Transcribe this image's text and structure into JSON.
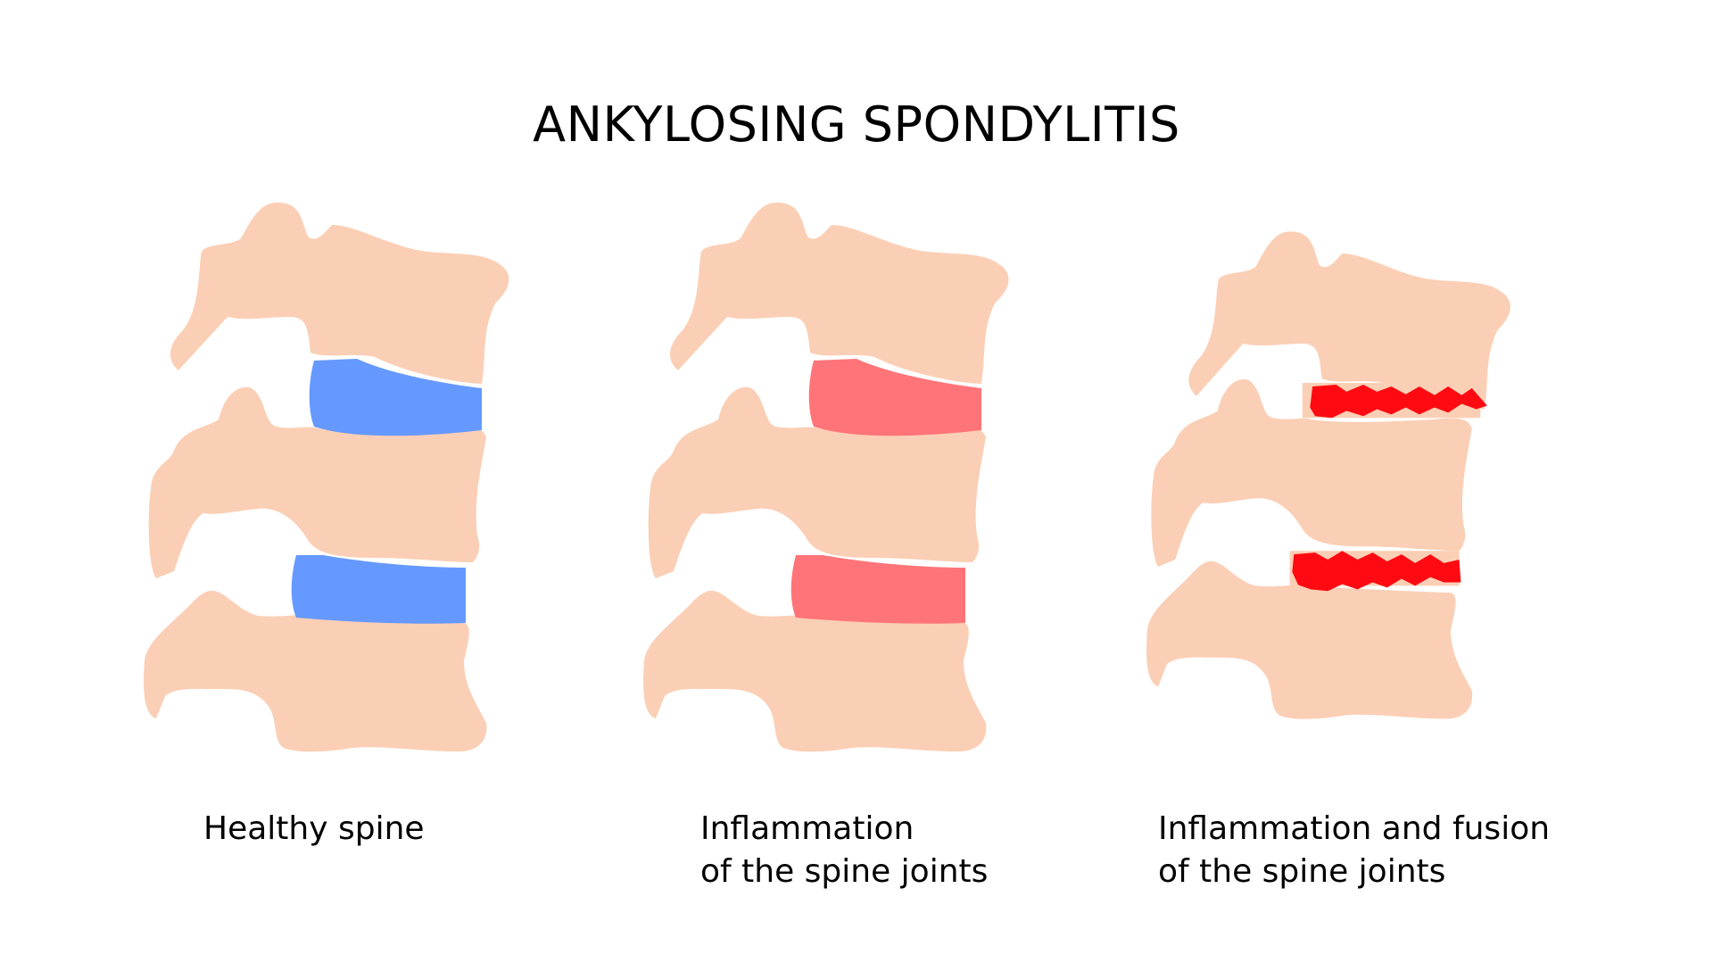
{
  "title": "ANKYLOSING SPONDYLITIS",
  "colors": {
    "bone": "#FBCFB5",
    "healthy_disc": "#6699FF",
    "inflamed_disc": "#FF7478",
    "fused_joint": "#FF0A12",
    "text": "#000000"
  },
  "panels": [
    {
      "id": "healthy",
      "caption_lines": [
        "Healthy spine"
      ],
      "disc_state": "healthy"
    },
    {
      "id": "inflamed",
      "caption_lines": [
        "Inflammation",
        "of the spine joints"
      ],
      "disc_state": "inflamed"
    },
    {
      "id": "fused",
      "caption_lines": [
        "Inflammation and fusion",
        "of the spine joints"
      ],
      "disc_state": "fused"
    }
  ]
}
